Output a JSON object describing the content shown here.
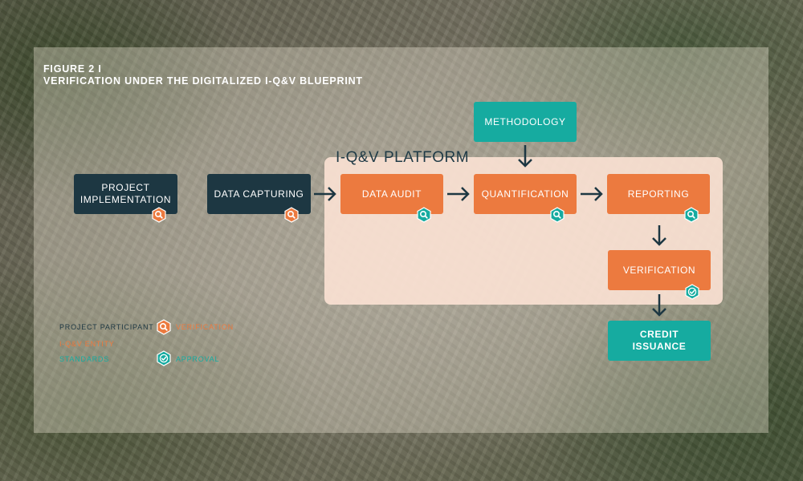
{
  "figure": {
    "label": "FIGURE 2 I",
    "title": "VERIFICATION UNDER THE DIGITALIZED I-Q&V BLUEPRINT"
  },
  "platform": {
    "title": "I-Q&V PLATFORM"
  },
  "nodes": {
    "project_implementation": "PROJECT IMPLEMENTATION",
    "data_capturing": "DATA CAPTURING",
    "methodology": "METHODOLOGY",
    "data_audit": "DATA AUDIT",
    "quantification": "QUANTIFICATION",
    "reporting": "REPORTING",
    "verification": "VERIFICATION",
    "credit_issuance": "CREDIT ISSUANCE"
  },
  "legend": {
    "project_participant": "PROJECT PARTICIPANT",
    "iqv_entity": "I-Q&V ENTITY",
    "standards": "STANDARDS",
    "verification": "VERIFICATION",
    "approval": "APPROVAL"
  },
  "colors": {
    "project_participant": "#1d3742",
    "iqv_entity": "#ec7a3f",
    "standards": "#16aba0",
    "platform_background": "#fce2d4"
  },
  "icons": {
    "verification": "magnifier-hexagon-icon",
    "approval": "check-hexagon-icon"
  }
}
